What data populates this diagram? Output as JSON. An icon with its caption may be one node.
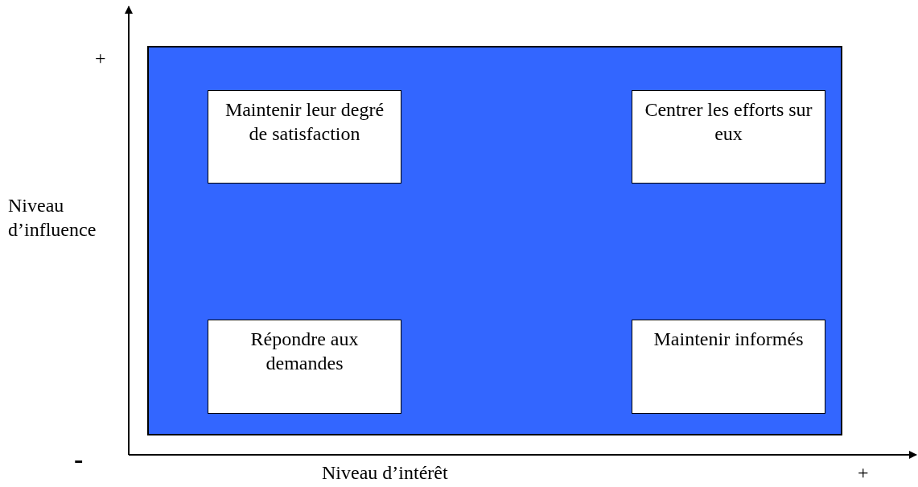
{
  "diagram": {
    "nodes": [
      {
        "text": [],
        "shape": "box"
      },
      {
        "text": [
          "Maintenir leur degré de satisfaction"
        ],
        "in": 0
      },
      {
        "text": [
          "Centrer les efforts sur eux"
        ],
        "in": 0
      },
      {
        "text": [
          "Répondre aux demandes"
        ],
        "in": 0
      },
      {
        "text": [
          "Maintenir informés"
        ],
        "in": 0
      }
    ],
    "edges": [],
    "labels": [
      "+",
      "Niveau d’influence",
      "-",
      "Niveau d’intérêt",
      "+"
    ]
  }
}
